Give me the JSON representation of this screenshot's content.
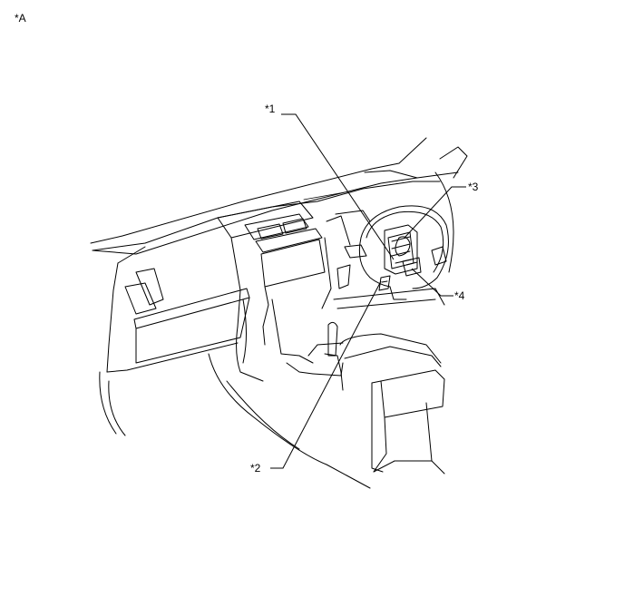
{
  "figure": {
    "view_label": "*A",
    "callouts": [
      {
        "id": "1",
        "text": "*1"
      },
      {
        "id": "2",
        "text": "*2"
      },
      {
        "id": "3",
        "text": "*3"
      },
      {
        "id": "4",
        "text": "*4"
      }
    ]
  }
}
